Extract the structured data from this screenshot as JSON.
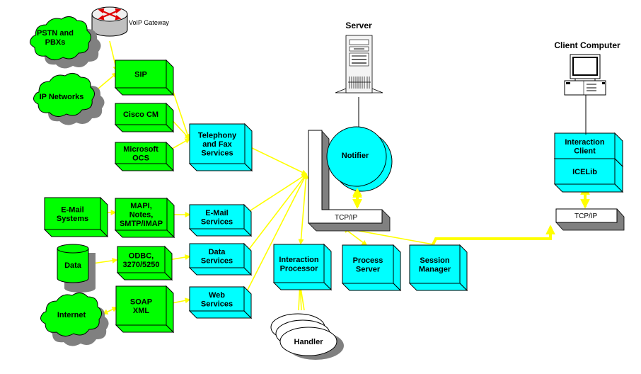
{
  "colors": {
    "green": "#00ff00",
    "cyan": "#00ffff",
    "shadow": "#808080",
    "connector": "#ffff00",
    "outline": "#000000"
  },
  "titles": {
    "server": "Server",
    "client": "Client Computer"
  },
  "voip_gateway": {
    "label": "VoIP Gateway",
    "icon": "router-icon"
  },
  "clouds": {
    "pstn": [
      "PSTN and",
      "PBXs"
    ],
    "ip": [
      "IP Networks"
    ],
    "internet": [
      "Internet"
    ]
  },
  "data_store": {
    "label": "Data",
    "icon": "database-icon"
  },
  "green_boxes": {
    "sip": [
      "SIP"
    ],
    "cisco": [
      "Cisco CM"
    ],
    "ocs": [
      "Microsoft",
      "OCS"
    ],
    "email_systems": [
      "E-Mail",
      "Systems"
    ],
    "mapi": [
      "MAPI,",
      "Notes,",
      "SMTP/IMAP"
    ],
    "odbc": [
      "ODBC,",
      "3270/5250"
    ],
    "soap": [
      "SOAP",
      "XML"
    ]
  },
  "cyan_boxes": {
    "telephony": [
      "Telephony",
      "and Fax",
      "Services"
    ],
    "email_services": [
      "E-Mail",
      "Services"
    ],
    "data_services": [
      "Data",
      "Services"
    ],
    "web_services": [
      "Web",
      "Services"
    ],
    "interaction_processor": [
      "Interaction",
      "Processor"
    ],
    "process_server": [
      "Process",
      "Server"
    ],
    "session_manager": [
      "Session",
      "Manager"
    ],
    "interaction_client": [
      "Interaction",
      "Client"
    ],
    "icelib": [
      "ICELib"
    ]
  },
  "notifier": {
    "label": "Notifier"
  },
  "handler": {
    "label": "Handler"
  },
  "tcpip": {
    "server_label": "TCP/IP",
    "client_label": "TCP/IP"
  }
}
